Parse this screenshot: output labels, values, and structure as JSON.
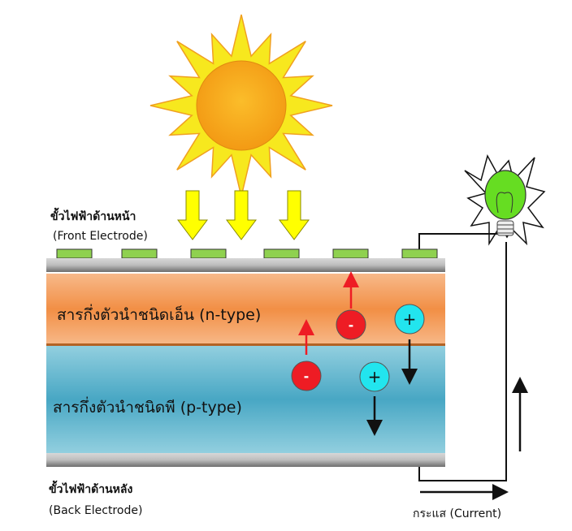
{
  "labels": {
    "front_electrode_th": "ขั้วไฟฟ้าด้านหน้า",
    "front_electrode_en": "(Front Electrode)",
    "n_type": "สารกึ่งตัวนำชนิดเอ็น (n-type)",
    "p_type": "สารกึ่งตัวนำชนิดพี (p-type)",
    "back_electrode_th": "ขั้วไฟฟ้าด้านหลัง",
    "back_electrode_en": "(Back Electrode)",
    "current": "กระแส (Current)"
  },
  "charges": {
    "electron_symbol": "-",
    "hole_symbol": "+"
  },
  "colors": {
    "sun": "#f6a21a",
    "sun_rays": "#f7d21e",
    "light_arrows": "#ffff00",
    "electrode_contacts": "#8fd14f",
    "n_layer": "#f28f45",
    "p_layer": "#4aa9c4",
    "electron": "#ee1c24",
    "hole": "#22e5ee",
    "bulb": "#66dd22"
  }
}
